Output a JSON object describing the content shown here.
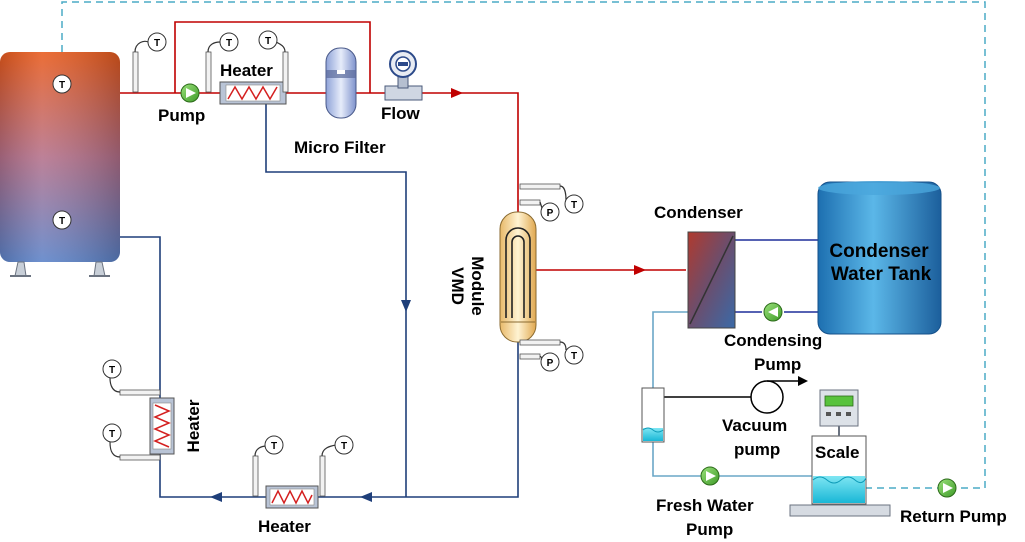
{
  "labels": {
    "pump": "Pump",
    "heater_top": "Heater",
    "micro_filter": "Micro Filter",
    "flow": "Flow",
    "vmd_module_1": "VMD",
    "vmd_module_2": "Module",
    "condenser": "Condenser",
    "condenser_tank_1": "Condenser",
    "condenser_tank_2": "Water Tank",
    "condensing_pump_1": "Condensing",
    "condensing_pump_2": "Pump",
    "vacuum_pump_1": "Vacuum",
    "vacuum_pump_2": "pump",
    "scale": "Scale",
    "fresh_water_pump_1": "Fresh Water",
    "fresh_water_pump_2": "Pump",
    "return_pump": "Return Pump",
    "heater_left": "Heater",
    "heater_bottom": "Heater"
  },
  "sensor_letters": {
    "temperature": "T",
    "pressure": "P"
  },
  "colors": {
    "hot_line": "#c00000",
    "cold_line": "#1f3f7a",
    "condensate_line": "#6aa7c7",
    "return_dash": "#4bacc6",
    "tank_top": "#e85a1c",
    "tank_bottom": "#5b82c8",
    "pump_green": "#5cbf3c",
    "condenser_tank": "#1f74b8"
  }
}
